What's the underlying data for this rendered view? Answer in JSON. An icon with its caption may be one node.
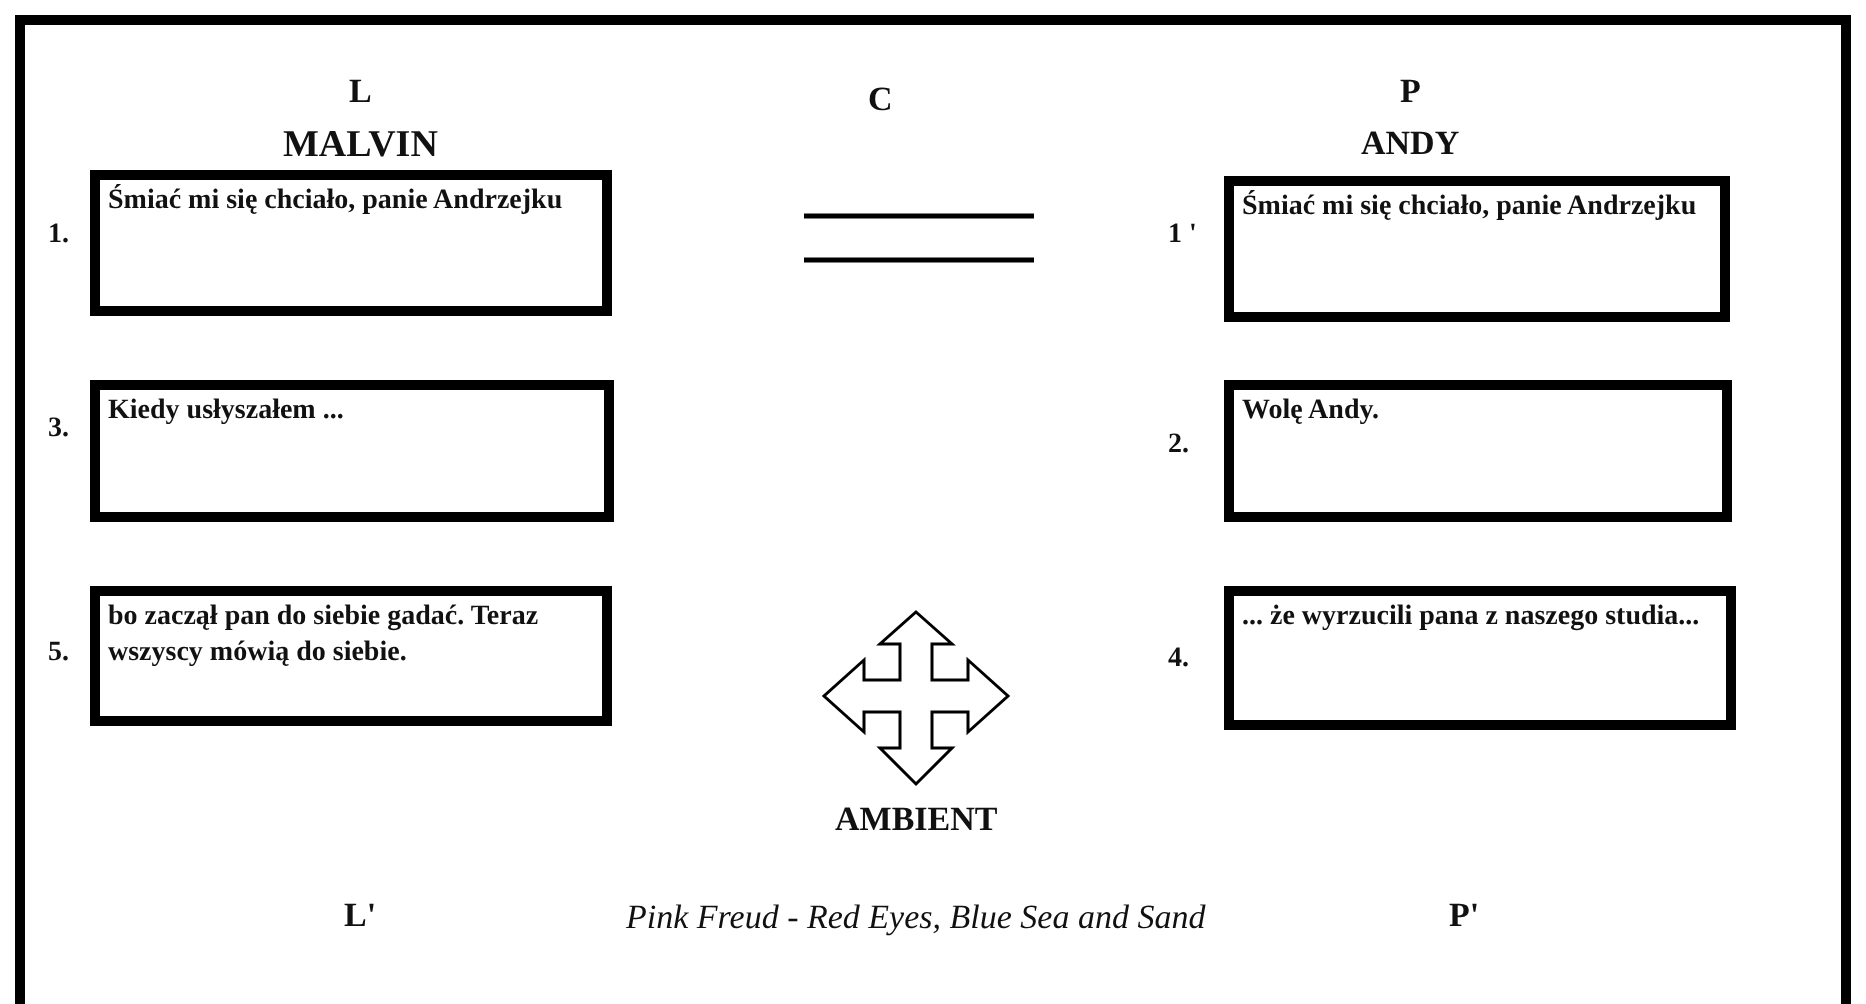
{
  "diagram": {
    "nodes": [
      {
        "text": [
          "Śmiać mi się chciało, panie Andrzejku"
        ],
        "beside": [
          "1."
        ]
      },
      {
        "text": [
          "Kiedy usłyszałem ..."
        ],
        "beside": [
          "3."
        ]
      },
      {
        "text": [
          "bo zaczął pan do siebie gadać. Teraz wszyscy mówią do siebie."
        ],
        "beside": [
          "5."
        ]
      },
      {
        "text": [
          "Śmiać mi się chciało, panie Andrzejku"
        ],
        "beside": [
          "1 '"
        ]
      },
      {
        "text": [
          "Wolę Andy."
        ],
        "beside": [
          "2."
        ]
      },
      {
        "text": [
          "... że wyrzucili pana z naszego studia..."
        ],
        "beside": [
          "4."
        ]
      }
    ],
    "labels": [
      "L",
      "C",
      "P",
      "MALVIN",
      "ANDY",
      "AMBIENT",
      "L'",
      "Pink Freud - Red Eyes, Blue Sea and Sand",
      "P'"
    ]
  }
}
